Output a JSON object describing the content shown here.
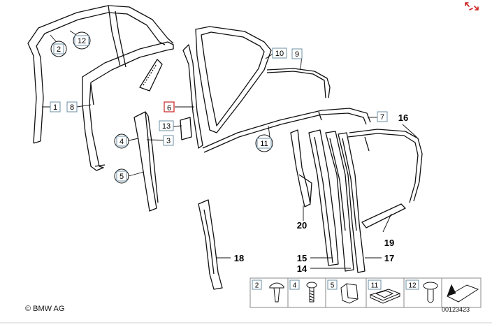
{
  "viewer": {
    "expand_icon": "expand-arrows-icon",
    "accent_color": "#cc2222"
  },
  "diagram": {
    "copyright": "© BMW AG",
    "diagram_number": "00123423",
    "selected_part": "6",
    "callouts": {
      "c1": "1",
      "c2": "2",
      "c3": "3",
      "c4": "4",
      "c5": "5",
      "c6": "6",
      "c7": "7",
      "c8": "8",
      "c9": "9",
      "c10": "10",
      "c11": "11",
      "c12": "12",
      "c13": "13",
      "c14": "14",
      "c15": "15",
      "c16": "16",
      "c17": "17",
      "c18": "18",
      "c19": "19",
      "c20": "20"
    },
    "fastener_legend": [
      "2",
      "4",
      "5",
      "11",
      "12"
    ]
  }
}
